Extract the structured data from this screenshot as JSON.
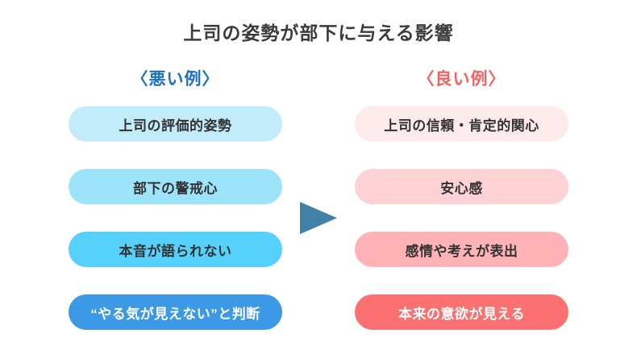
{
  "title": "上司の姿勢が部下に与える影響",
  "arrow": {
    "icon": "right-triangle-arrow",
    "color": "#4181a6"
  },
  "columns": {
    "bad": {
      "header": "〈悪い例〉",
      "header_color": "#1c70c8",
      "items": [
        {
          "label": "上司の評価的姿勢",
          "bg": "#c3ecfa",
          "text_color": "#333333"
        },
        {
          "label": "部下の警戒心",
          "bg": "#9de4fb",
          "text_color": "#333333"
        },
        {
          "label": "本音が語られない",
          "bg": "#56d1fc",
          "text_color": "#333333"
        },
        {
          "label": "“やる気が見えない”と判断",
          "bg": "#3c99e5",
          "text_color": "#ffffff"
        }
      ]
    },
    "good": {
      "header": "〈良い例〉",
      "header_color": "#f4625f",
      "items": [
        {
          "label": "上司の信頼・肯定的関心",
          "bg": "#fdeaea",
          "text_color": "#333333"
        },
        {
          "label": "安心感",
          "bg": "#ffd3d5",
          "text_color": "#333333"
        },
        {
          "label": "感情や考えが表出",
          "bg": "#ffb3b6",
          "text_color": "#333333"
        },
        {
          "label": "本来の意欲が見える",
          "bg": "#fb7171",
          "text_color": "#ffffff"
        }
      ]
    }
  }
}
